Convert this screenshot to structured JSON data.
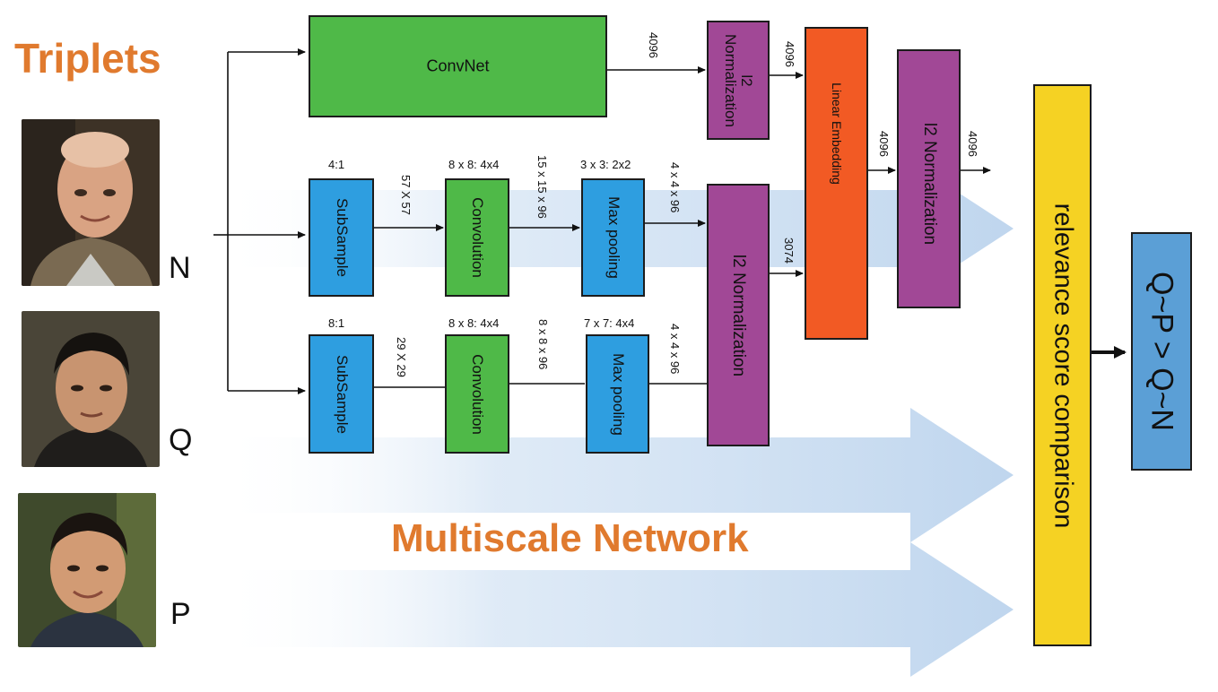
{
  "triplets_title": "Triplets",
  "multiscale_title": "Multiscale Network",
  "faces": [
    {
      "letter": "N"
    },
    {
      "letter": "Q"
    },
    {
      "letter": "P"
    }
  ],
  "convnet": {
    "label": "ConvNet",
    "out_dim": "4096"
  },
  "top_norm": {
    "label": "l2\nNormalization",
    "out_dim": "4096"
  },
  "branch1": {
    "subsample_label": "SubSample",
    "subsample_ratio": "4:1",
    "dim1": "57 X 57",
    "conv_label": "Convolution",
    "conv_spec": "8 x 8: 4x4",
    "dim2": "15 x 15 x 96",
    "pool_label": "Max pooling",
    "pool_spec": "3 x 3: 2x2",
    "dim3": "4 x 4 x 96"
  },
  "branch2": {
    "subsample_label": "SubSample",
    "subsample_ratio": "8:1",
    "dim1": "29 X 29",
    "conv_label": "Convolution",
    "conv_spec": "8 x 8: 4x4",
    "dim2": "8 x 8 x 96",
    "pool_label": "Max pooling",
    "pool_spec": "7 x 7: 4x4",
    "dim3": "4 x 4 x 96"
  },
  "mid_norm": {
    "label": "l2 Normalization",
    "out_dim": "3074"
  },
  "linear_embedding": {
    "label": "Linear Embedding",
    "out_dim": "4096"
  },
  "final_norm": {
    "label": "l2 Normalization",
    "out_dim": "4096"
  },
  "relevance": {
    "label": "relevance score comparison"
  },
  "result": {
    "label": "Q~P > Q~N"
  },
  "colors": {
    "orange_title": "#e07a2e",
    "convnet": "#4fb948",
    "subsample": "#2e9ee0",
    "normalization": "#a14896",
    "linear_embedding": "#f25a24",
    "relevance": "#f5d223",
    "result": "#5b9fd6",
    "big_arrow": "#c5daf0"
  }
}
